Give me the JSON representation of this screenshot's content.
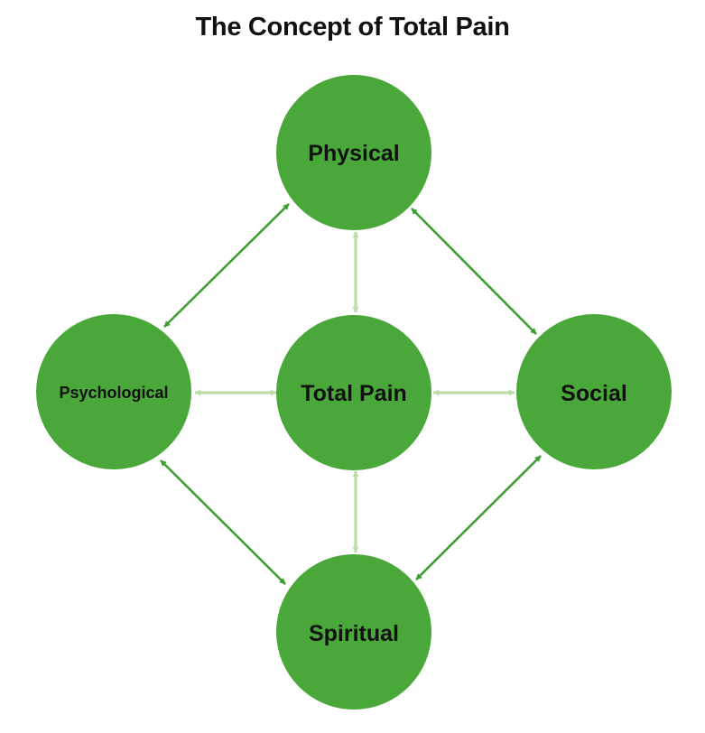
{
  "title": "The Concept of Total Pain",
  "colors": {
    "node_fill": "#4aa83a",
    "outer_arrow": "#3f9e34",
    "inner_arrow": "#bcdcaa",
    "label": "#111111"
  },
  "nodes": {
    "physical": "Physical",
    "psychological": "Psychological",
    "total_pain": "Total Pain",
    "social": "Social",
    "spiritual": "Spiritual"
  }
}
